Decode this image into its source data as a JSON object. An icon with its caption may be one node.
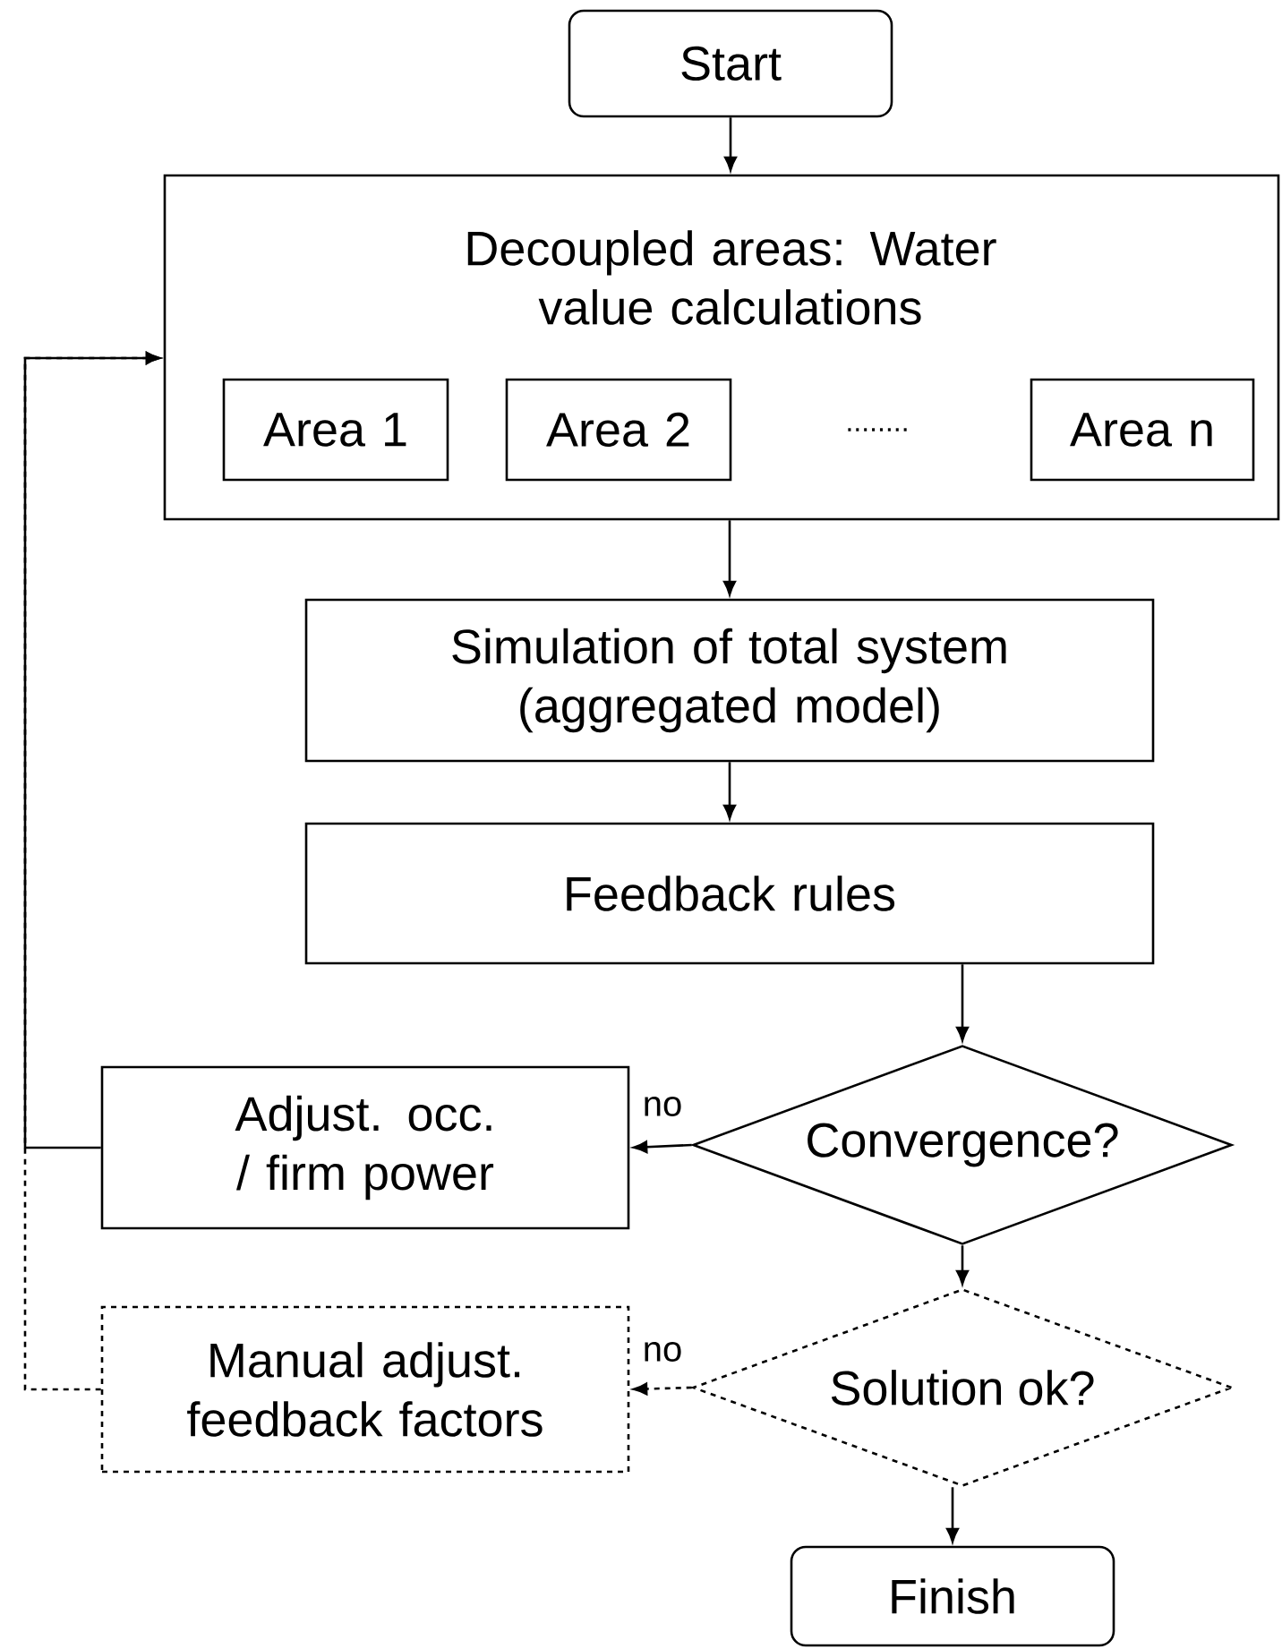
{
  "diagram": {
    "nodes": [
      {
        "text": [
          "Start"
        ]
      },
      {
        "text": [
          "Decoupled areas: Water value calculations"
        ]
      },
      {
        "text": [
          "Area 1"
        ],
        "in": 1
      },
      {
        "text": [
          "Area 2"
        ],
        "in": 1
      },
      {
        "text": [
          "Area n"
        ],
        "in": 1
      },
      {
        "text": [
          "Simulation of total system (aggregated model)"
        ]
      },
      {
        "text": [
          "Feedback rules"
        ]
      },
      {
        "text": [
          "Convergence?"
        ]
      },
      {
        "text": [
          "Adjust. occ. / firm power"
        ]
      },
      {
        "text": [
          "Solution ok?"
        ]
      },
      {
        "text": [
          "Manual adjust. feedback factors"
        ]
      },
      {
        "text": [
          "Finish"
        ]
      }
    ],
    "edges": [
      {
        "from": 0,
        "to": 1,
        "arrow": "to"
      },
      {
        "from": 1,
        "to": 5,
        "arrow": "to"
      },
      {
        "from": 5,
        "to": 6,
        "arrow": "to"
      },
      {
        "from": 6,
        "to": 7,
        "arrow": "to"
      },
      {
        "from": 7,
        "to": 8,
        "arrow": "to",
        "label": "no"
      },
      {
        "from": 7,
        "to": 9,
        "arrow": "to"
      },
      {
        "from": 9,
        "to": 10,
        "arrow": "to",
        "label": "no",
        "style": "dashed"
      },
      {
        "from": 9,
        "to": 11,
        "arrow": "to"
      },
      {
        "from": 8,
        "to": 1,
        "arrow": "to"
      },
      {
        "from": 10,
        "to": 1,
        "arrow": "to",
        "style": "dashed"
      }
    ],
    "labels": [
      "........"
    ]
  }
}
